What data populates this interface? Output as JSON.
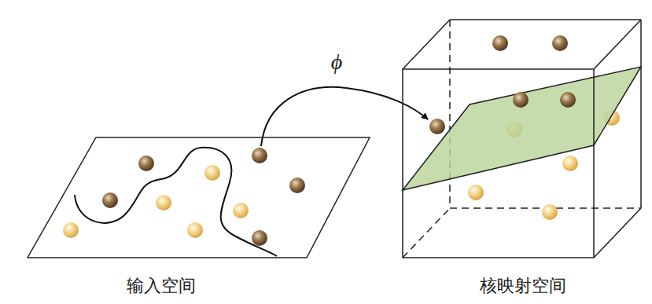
{
  "diagram": {
    "labels": [
      "ϕ",
      "输入空间",
      "核映射空间"
    ]
  }
}
